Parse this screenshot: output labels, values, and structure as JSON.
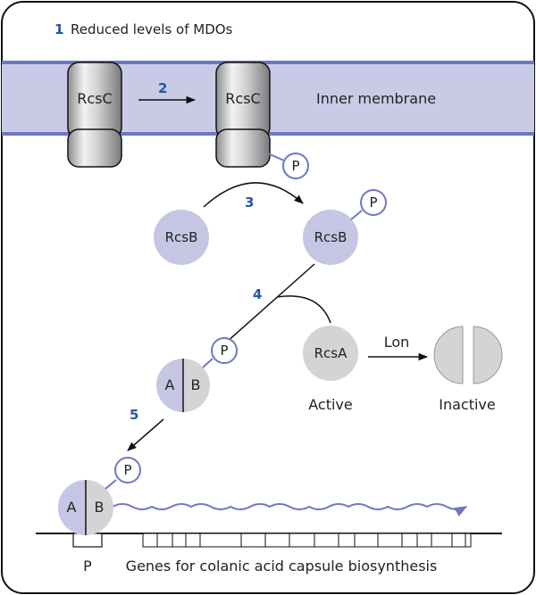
{
  "title": {
    "number": "1",
    "text": "Reduced levels of MDOs"
  },
  "membrane": {
    "label": "Inner membrane",
    "rcsc_left": "RcsC",
    "rcsc_right": "RcsC"
  },
  "steps": {
    "s2": "2",
    "s3": "3",
    "s4": "4",
    "s5": "5"
  },
  "proteins": {
    "rcsb_left": "RcsB",
    "rcsb_right": "RcsB",
    "rcsa": "RcsA",
    "complex_a": "A",
    "complex_b": "B",
    "bound_a": "A",
    "bound_b": "B"
  },
  "phosphate": "P",
  "labels": {
    "lon": "Lon",
    "active": "Active",
    "inactive": "Inactive",
    "promoter": "P",
    "genes": "Genes for colanic acid capsule biosynthesis"
  },
  "colors": {
    "membrane": "#c9cbe6",
    "membrane_edge": "#6d77c2",
    "rcsb_fill": "#c4c6e4",
    "rcsa_fill": "#d4d4d6",
    "step_number": "#2454a8",
    "mrna": "#6d77c2"
  }
}
